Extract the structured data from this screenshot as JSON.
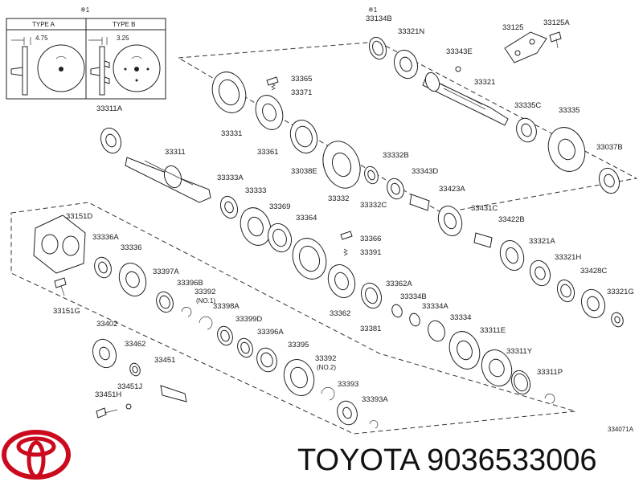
{
  "header": {
    "note_mark_left": "※1",
    "type_a": "TYPE A",
    "type_b": "TYPE B",
    "dim_a": "4.75",
    "dim_b": "3.25",
    "note_mark_right": "※1"
  },
  "parts": {
    "p33134B": "33134B",
    "p33321N": "33321N",
    "p33125": "33125",
    "p33125A": "33125A",
    "p33343E": "33343E",
    "p33365": "33365",
    "p33371": "33371",
    "p33321": "33321",
    "p33311A": "33311A",
    "p33331": "33331",
    "p33361": "33361",
    "p33335C": "33335C",
    "p33335": "33335",
    "p33037B": "33037B",
    "p33311": "33311",
    "p33038E": "33038E",
    "p33332B": "33332B",
    "p33343D": "33343D",
    "p33333A": "33333A",
    "p33333": "33333",
    "p33332": "33332",
    "p33332C": "33332C",
    "p33423A": "33423A",
    "p33151D": "33151D",
    "p33369": "33369",
    "p33364": "33364",
    "p33431C": "33431C",
    "p33422B": "33422B",
    "p33336A": "33336A",
    "p33366": "33366",
    "p33336": "33336",
    "p33391": "33391",
    "p33321A": "33321A",
    "p33321H": "33321H",
    "p33397A": "33397A",
    "p33396B": "33396B",
    "p33392a": "33392",
    "p33392a_note": "(NO.1)",
    "p33428C": "33428C",
    "p33362A": "33362A",
    "p33151G": "33151G",
    "p33398A": "33398A",
    "p33362": "33362",
    "p33334B": "33334B",
    "p33334A": "33334A",
    "p33321G": "33321G",
    "p33402": "33402",
    "p33399D": "33399D",
    "p33334": "33334",
    "p33381": "33381",
    "p33396A": "33396A",
    "p33311E": "33311E",
    "p33462": "33462",
    "p33395": "33395",
    "p33311Y": "33311Y",
    "p33392b": "33392",
    "p33392b_note": "(NO.2)",
    "p33451": "33451",
    "p33311P": "33311P",
    "p33393": "33393",
    "p33451J": "33451J",
    "p33451H": "33451H",
    "p33393A": "33393A"
  },
  "diagram_ref": "334071A",
  "brand": {
    "logo_name": "toyota-logo-icon",
    "text": "TOYOTA 9036533006",
    "color": "#cc0a1e"
  }
}
